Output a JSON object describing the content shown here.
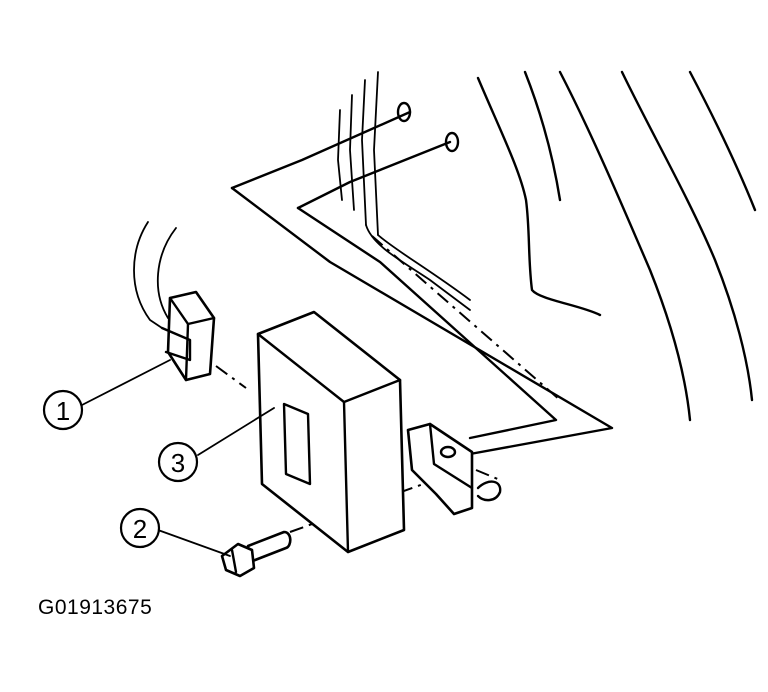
{
  "callouts": [
    {
      "id": "1",
      "label": "1"
    },
    {
      "id": "2",
      "label": "2"
    },
    {
      "id": "3",
      "label": "3"
    }
  ],
  "figure_code": "G01913675"
}
